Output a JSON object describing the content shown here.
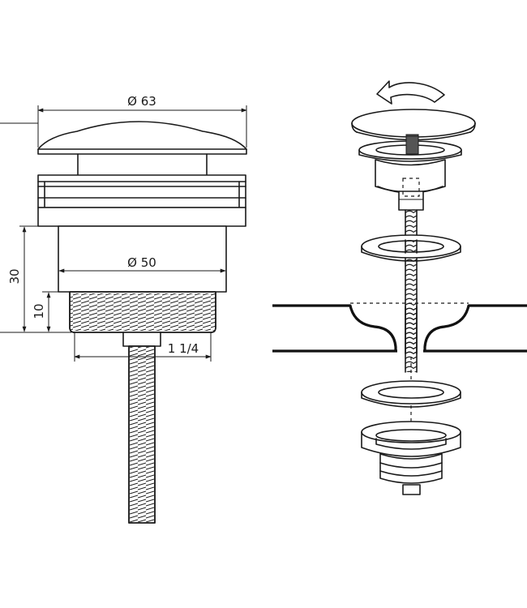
{
  "dimensions": {
    "cap_diameter": "Ø 63",
    "body_diameter": "Ø 50",
    "thread_size": "1 1/4",
    "total_height": "30",
    "thread_height": "10"
  }
}
